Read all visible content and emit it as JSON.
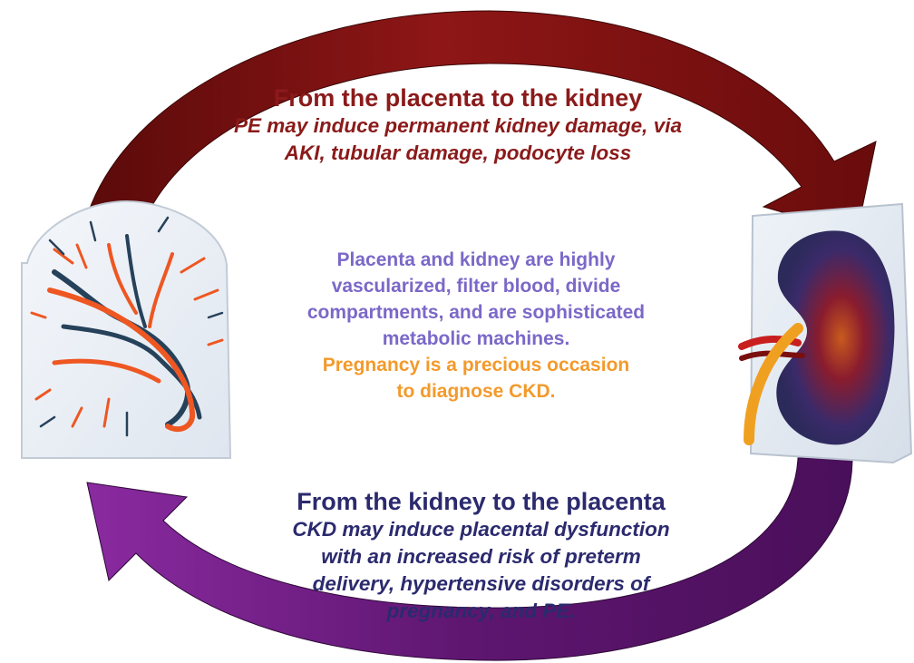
{
  "colors": {
    "top_arrow": "#7d1010",
    "bottom_arrow": "#6a1b7a",
    "top_text": "#8b1a1a",
    "bottom_text": "#2b2a6e",
    "center_text_purple": "#7b68c8",
    "center_text_orange": "#f39a2b"
  },
  "top": {
    "heading": "From the placenta to the kidney",
    "lines": [
      "PE may induce permanent kidney damage, via",
      "AKI, tubular damage, podocyte loss"
    ]
  },
  "center": {
    "purple_lines": [
      "Placenta and kidney are highly",
      "vascularized, filter blood, divide",
      "compartments, and are sophisticated",
      "metabolic machines."
    ],
    "orange_lines": [
      "Pregnancy is a precious occasion",
      "to diagnose CKD."
    ]
  },
  "bottom": {
    "heading": "From the kidney to the placenta",
    "lines": [
      "CKD may induce placental dysfunction",
      "with an increased risk of preterm",
      "delivery, hypertensive disorders of",
      "pregnancy, and PE."
    ]
  },
  "icons": {
    "left_image": "placenta-vascular-cast",
    "right_image": "kidney-vascular-cast"
  }
}
